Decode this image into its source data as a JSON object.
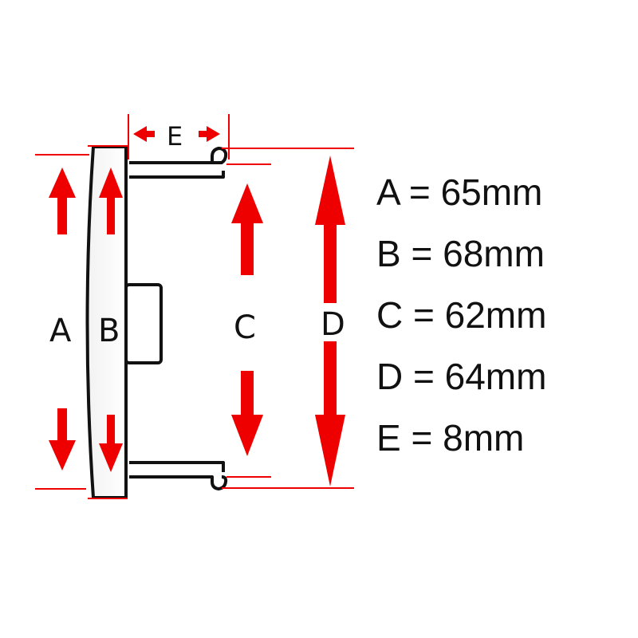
{
  "diagram": {
    "labels": {
      "a": "A",
      "b": "B",
      "c": "C",
      "d": "D",
      "e": "E"
    },
    "colors": {
      "arrow": "#ee0000",
      "line": "#111111",
      "background": "#ffffff"
    }
  },
  "specs": [
    {
      "text": "A = 65mm"
    },
    {
      "text": "B = 68mm"
    },
    {
      "text": "C = 62mm"
    },
    {
      "text": "D = 64mm"
    },
    {
      "text": "E = 8mm"
    }
  ]
}
